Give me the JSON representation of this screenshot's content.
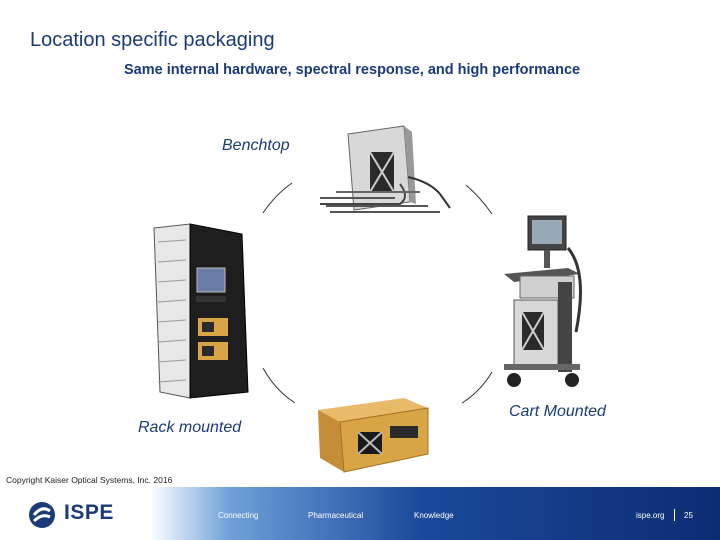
{
  "slide": {
    "title": "Location specific packaging",
    "subtitle": "Same internal hardware, spectral response, and high performance",
    "labels": {
      "benchtop": "Benchtop",
      "rack": "Rack mounted",
      "cart": "Cart Mounted"
    },
    "copyright": "Copyright Kaiser Optical Systems, Inc. 2016"
  },
  "footer": {
    "logo_text": "ISPE",
    "items": [
      "Connecting",
      "Pharmaceutical",
      "Knowledge"
    ],
    "website": "ispe.org",
    "page_number": "25"
  },
  "colors": {
    "title": "#1a3a78",
    "footer_dark": "#0c2c72",
    "footer_light": "#6fa0d8",
    "unit_gold": "#d9a445"
  }
}
